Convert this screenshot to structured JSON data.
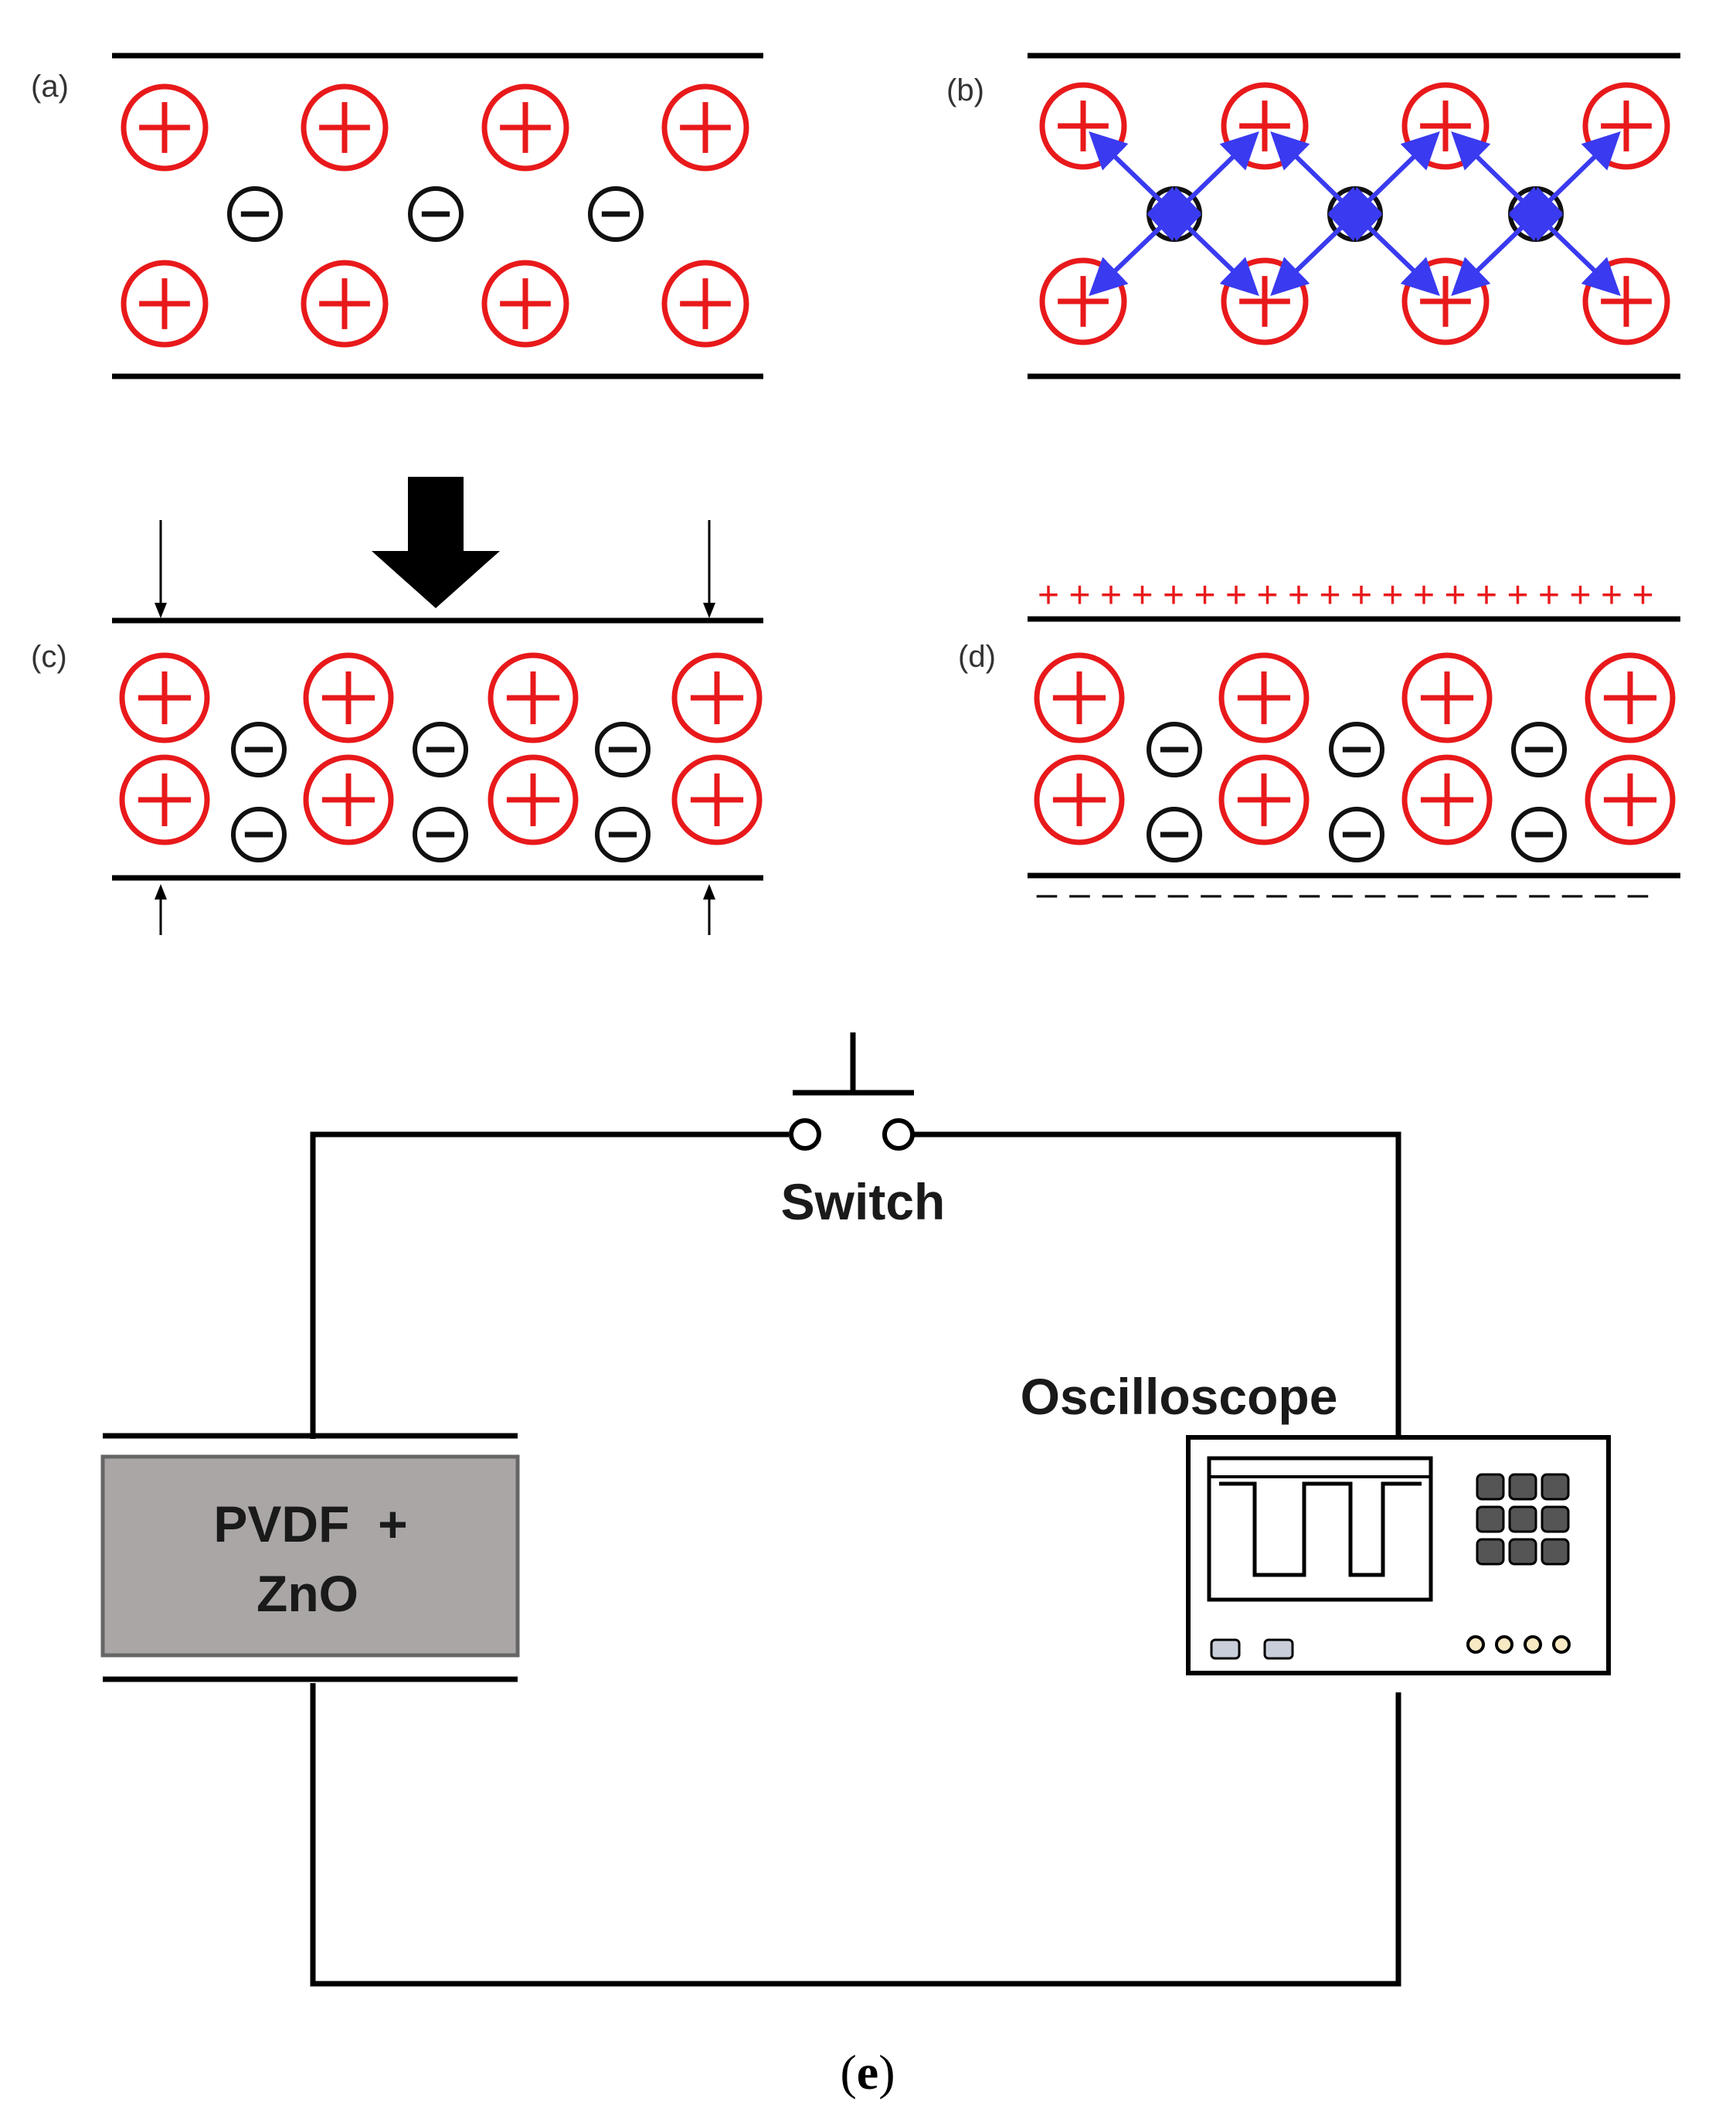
{
  "panels": [
    {
      "id": "a",
      "label": "(a)"
    },
    {
      "id": "b",
      "label": "(b)"
    },
    {
      "id": "c",
      "label": "(c)"
    },
    {
      "id": "d",
      "label": "(d)"
    }
  ],
  "circuit": {
    "switch_label": "Switch",
    "oscilloscope_label": "Oscilloscope",
    "sample_label_line1": "PVDF  +",
    "sample_label_line2": "ZnO"
  },
  "caption": {
    "open": "(",
    "letter": "e",
    "close": ")"
  },
  "surface_charges": {
    "top": "+",
    "bottom": "–"
  },
  "colors": {
    "positive": "#e8191b",
    "negative": "#111111",
    "dipole_arrow": "#3a3af0",
    "sample_fill": "#a9a6a5",
    "line": "#000000"
  }
}
